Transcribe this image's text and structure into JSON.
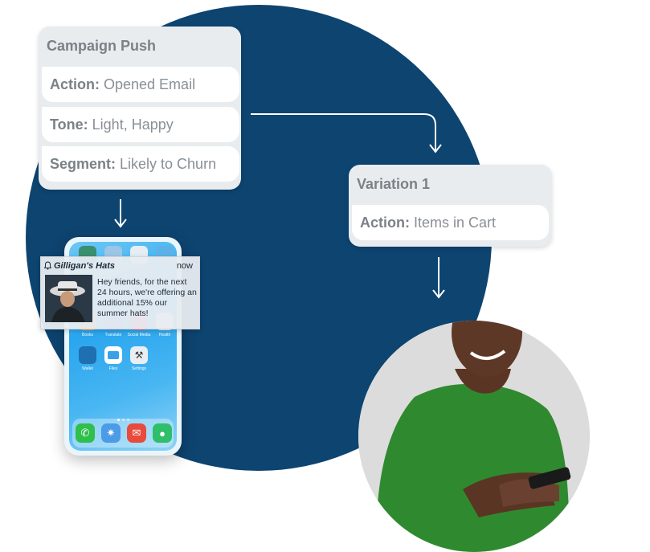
{
  "campaign": {
    "title": "Campaign Push",
    "rows": [
      {
        "label": "Action:",
        "value": "Opened Email"
      },
      {
        "label": "Tone:",
        "value": "Light, Happy"
      },
      {
        "label": "Segment:",
        "value": "Likely to Churn"
      }
    ]
  },
  "variation": {
    "title": "Variation 1",
    "rows": [
      {
        "label": "Action:",
        "value": "Items in Cart"
      }
    ]
  },
  "notification": {
    "app_name": "Gilligan's Hats",
    "time": "now",
    "message": "Hey friends, for the next 24 hours, we're offering an additional 15% our summer hats!"
  },
  "phone": {
    "app_labels": [
      "Books",
      "Translate",
      "Social Media",
      "Health",
      "Wallet",
      "Files",
      "Settings"
    ]
  },
  "colors": {
    "background_circle": "#0d4470",
    "card_bg": "#e8ecef",
    "text_gray": "#8a8f95",
    "shirt_green": "#2f8a2f"
  }
}
